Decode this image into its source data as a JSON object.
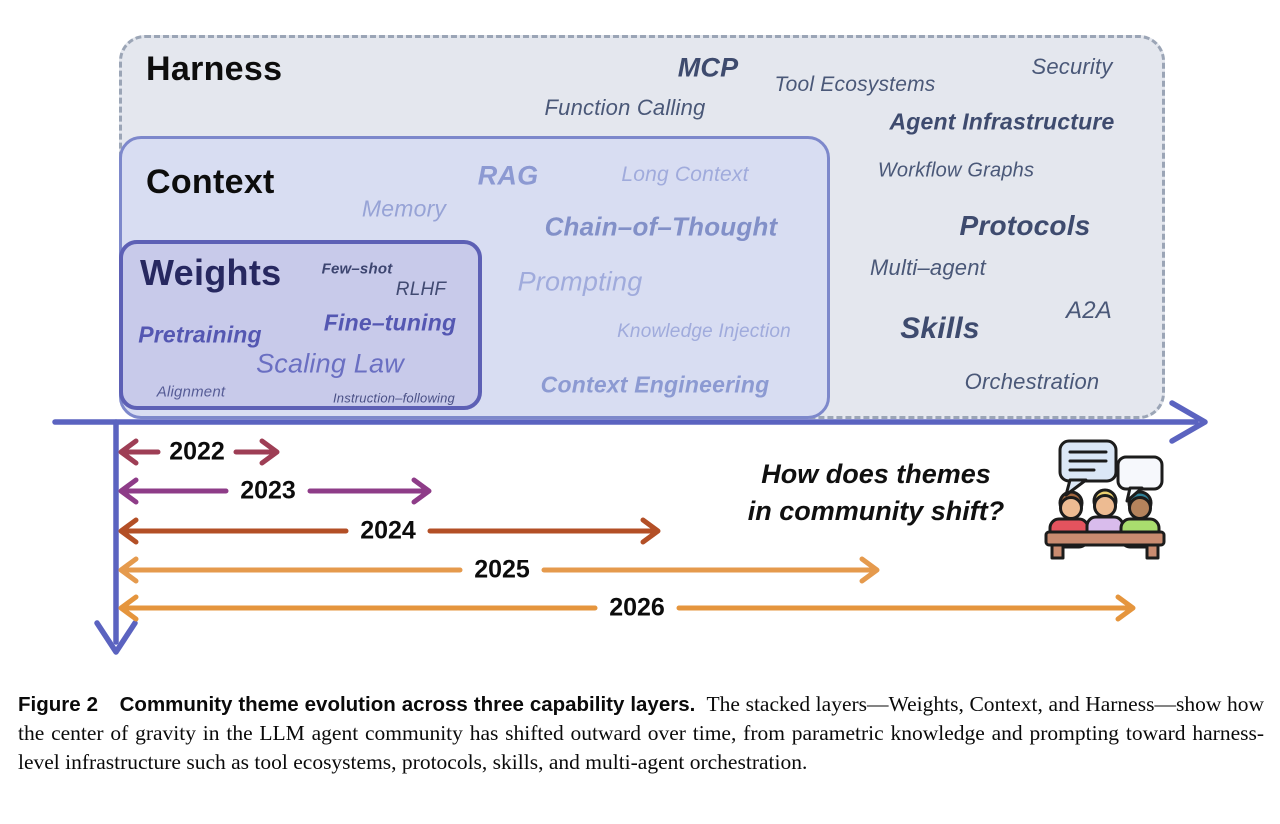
{
  "figure": {
    "layers": {
      "harness": {
        "title": "Harness",
        "terms": [
          "MCP",
          "Function Calling",
          "Tool Ecosystems",
          "Security",
          "Agent Infrastructure",
          "Workflow Graphs",
          "Protocols",
          "Multi–agent",
          "A2A",
          "Skills",
          "Orchestration"
        ]
      },
      "context": {
        "title": "Context",
        "terms": [
          "RAG",
          "Long Context",
          "Memory",
          "Chain–of–Thought",
          "Prompting",
          "Knowledge Injection",
          "Context Engineering"
        ]
      },
      "weights": {
        "title": "Weights",
        "terms": [
          "Few–shot",
          "RLHF",
          "Pretraining",
          "Fine–tuning",
          "Scaling Law",
          "Alignment",
          "Instruction–following"
        ]
      }
    },
    "timeline": {
      "years": [
        "2022",
        "2023",
        "2024",
        "2025",
        "2026"
      ]
    },
    "question": {
      "line1": "How does themes",
      "line2": "in community shift?"
    },
    "icon": "discussion-people-icon"
  },
  "palette": {
    "axis": "#5b63c0",
    "harness_fill": "#e4e7ee",
    "harness_border": "#9ba5b6",
    "context_fill": "#d8ddf2",
    "context_border": "#7d88cb",
    "weights_fill": "#c8caea",
    "weights_border": "#5d60b5",
    "years": [
      "#9e3e55",
      "#8e3c88",
      "#b34f26",
      "#e59a4d",
      "#e5953d"
    ]
  },
  "caption": {
    "label": "Figure 2",
    "bold": "Community theme evolution across three capability layers.",
    "body": "The stacked layers—Weights, Context, and Harness—show how the center of gravity in the LLM agent community has shifted outward over time, from parametric knowledge and prompting toward harness-level infrastructure such as tool ecosystems, protocols, skills, and multi-agent orchestration."
  }
}
